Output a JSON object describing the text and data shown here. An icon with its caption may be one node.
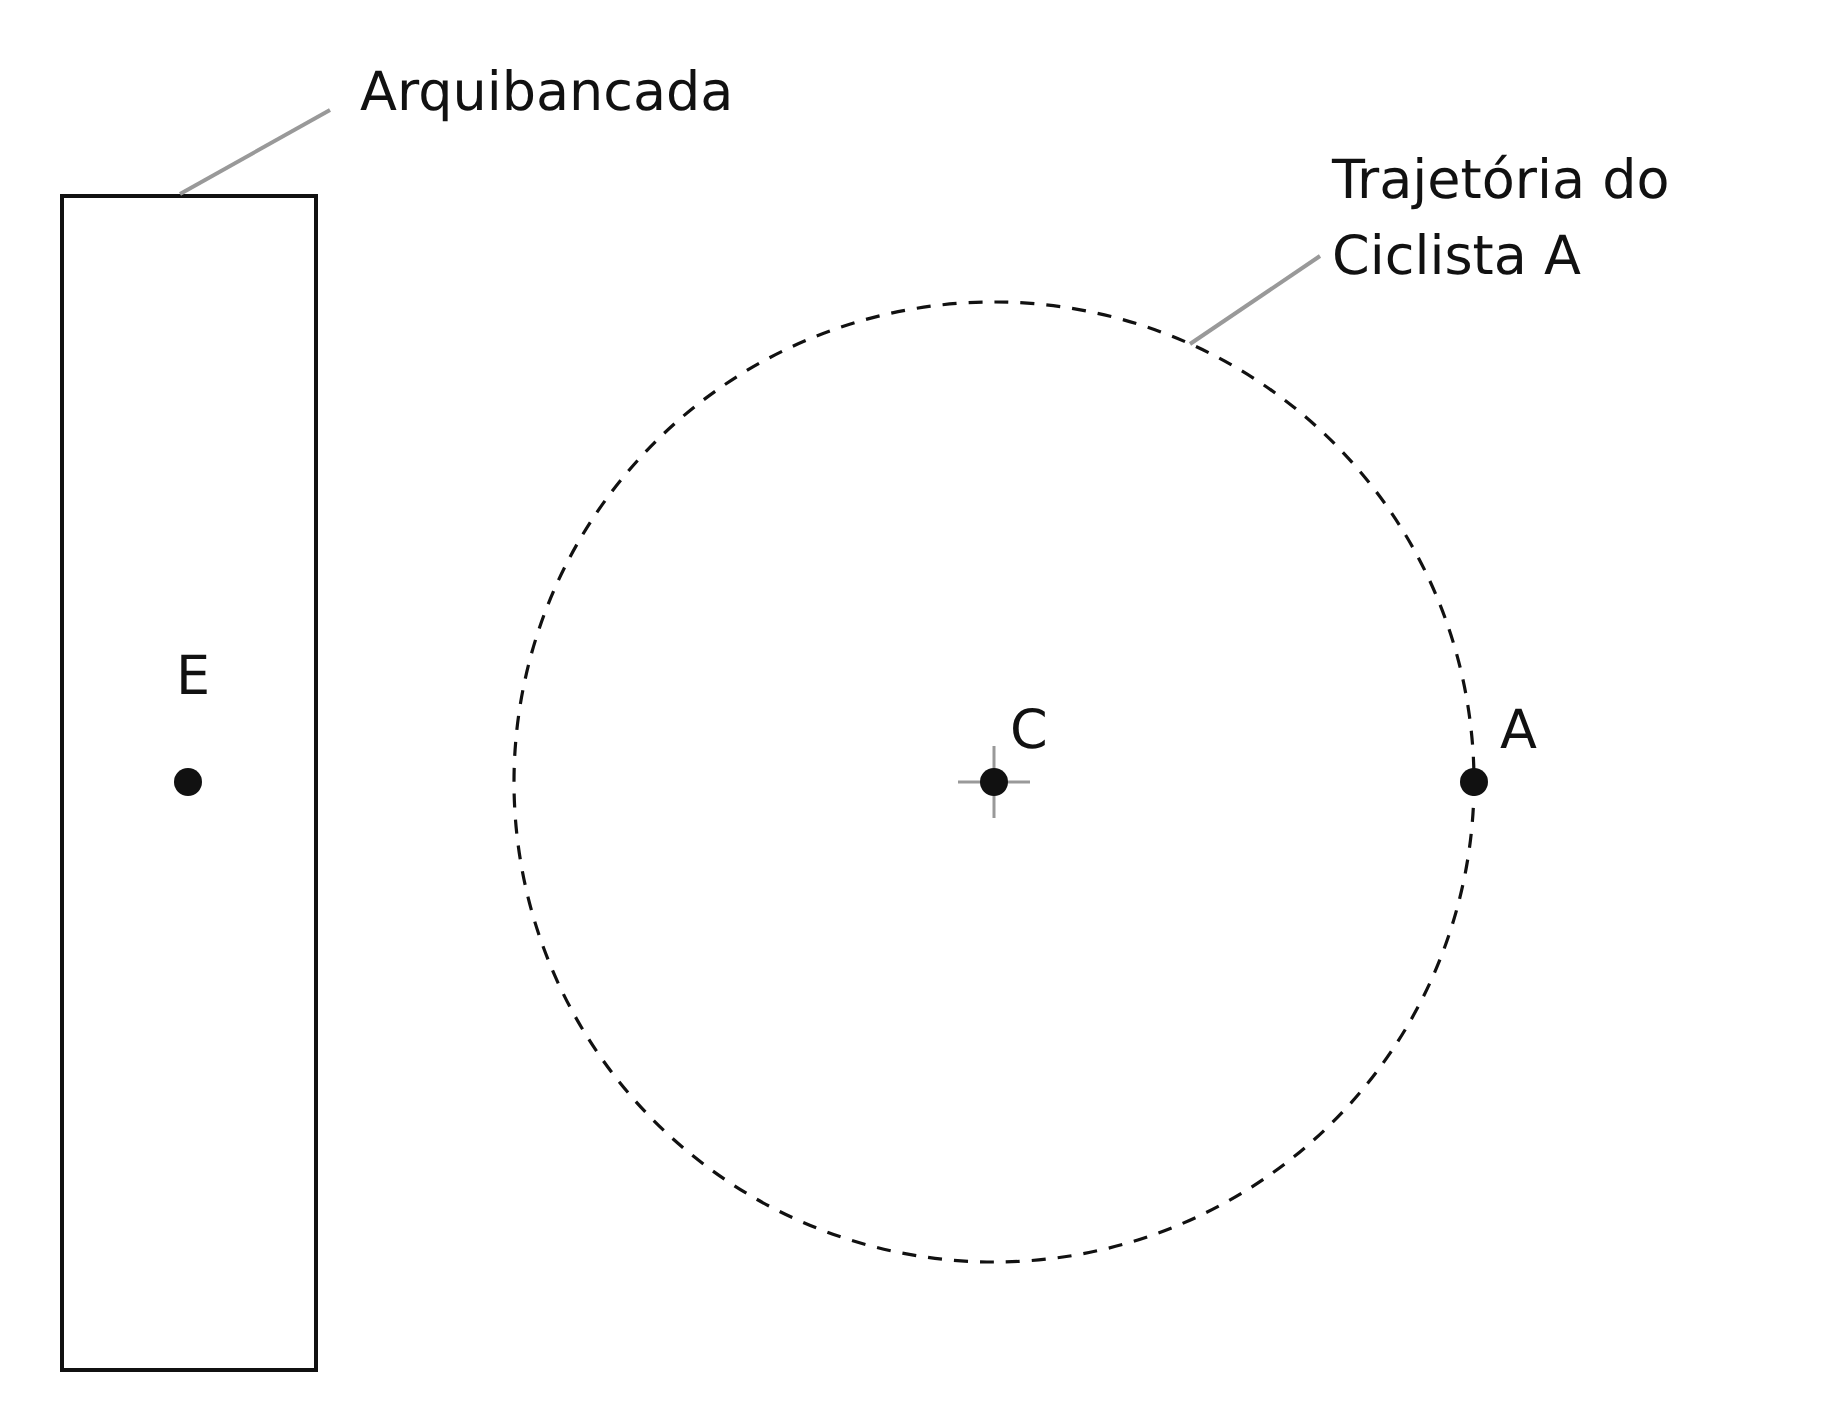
{
  "diagram": {
    "nodes": [
      {
        "text": [
          "Arquibancada"
        ]
      },
      {
        "text": [],
        "shape": "box"
      },
      {
        "text": [
          "Trajetória do Ciclista A"
        ]
      },
      {
        "text": [],
        "shape": "circle"
      }
    ],
    "edges": [
      {
        "from": 0,
        "to": 1,
        "arrow": "none"
      },
      {
        "from": 2,
        "to": 3,
        "arrow": "none"
      }
    ],
    "labels": [
      "E",
      "C",
      "A"
    ]
  }
}
